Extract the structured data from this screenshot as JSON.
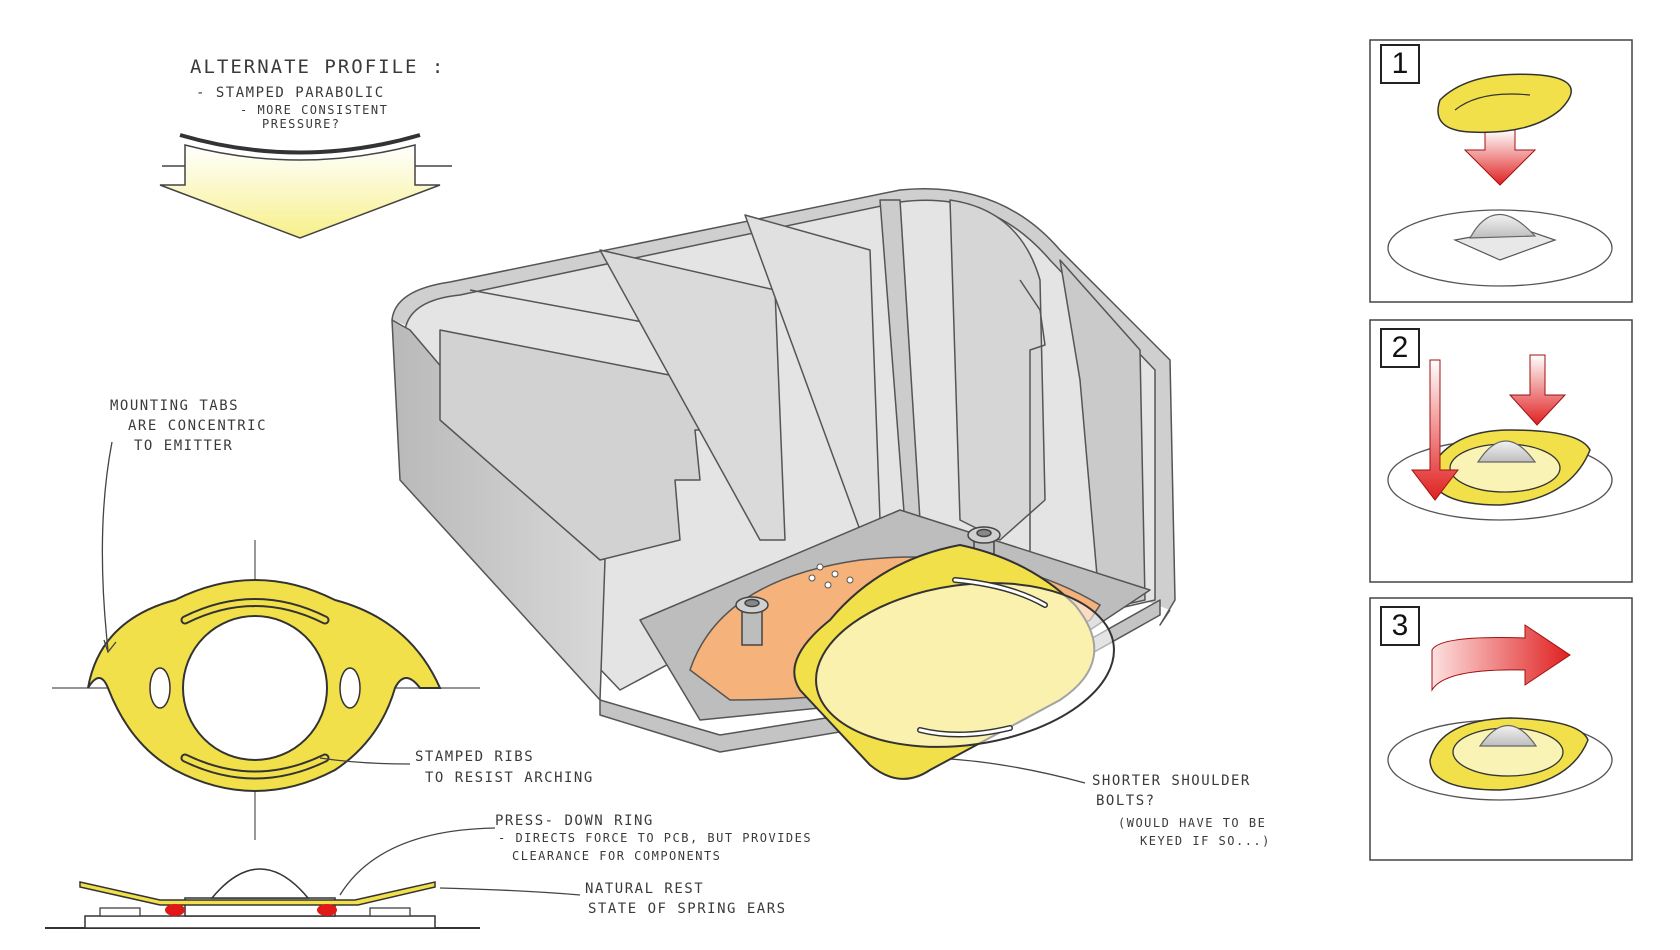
{
  "annotations": {
    "alt_profile_title": "Alternate Profile :",
    "alt_profile_l1": "- Stamped Parabolic",
    "alt_profile_l2": "- more consistent",
    "alt_profile_l3": "pressure?",
    "mounting_l1": "Mounting tabs",
    "mounting_l2": "are concentric",
    "mounting_l3": "to emitter",
    "ribs_l1": "Stamped Ribs",
    "ribs_l2": "to resist arching",
    "press_l1": "Press- Down Ring",
    "press_l2": "- Directs force to PCB, but provides",
    "press_l3": "clearance for components",
    "rest_l1": "Natural Rest",
    "rest_l2": "state of spring ears",
    "bolts_l1": "Shorter shoulder",
    "bolts_l2": "bolts?",
    "bolts_l3": "(would have to be",
    "bolts_l4": "keyed if so...)"
  },
  "steps": [
    {
      "number": "1"
    },
    {
      "number": "2"
    },
    {
      "number": "3"
    }
  ],
  "colors": {
    "ring_yellow": "#f2e04a",
    "pcb_orange": "#f5b27a",
    "housing_gray": "#c8c8c8",
    "arrow_red": "#e02020"
  }
}
